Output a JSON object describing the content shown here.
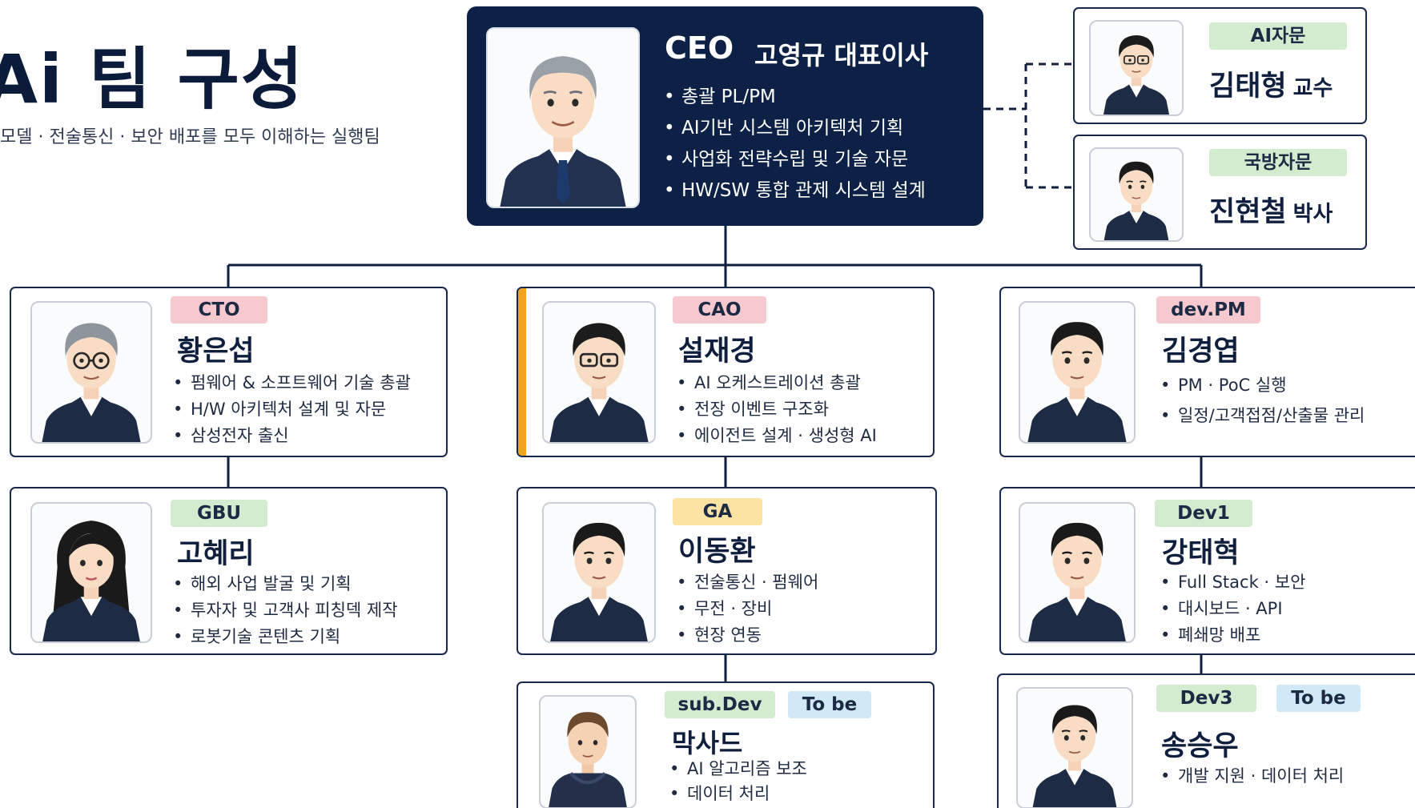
{
  "header": {
    "title": "Ai 팀 구성",
    "subtitle": "모델 · 전술통신 · 보안 배포를 모두 이해하는 실행팀"
  },
  "colors": {
    "navy": "#0d2147",
    "border": "#17284a",
    "accent_orange": "#f0a31c",
    "badge_pink": "#f6c9cf",
    "badge_green": "#d3ebcf",
    "badge_yellow": "#fbe3a4",
    "badge_blue": "#cfe9f6"
  },
  "ceo": {
    "role": "CEO",
    "name": "고영규 대표이사",
    "bullets": [
      "총괄 PL/PM",
      "AI기반 시스템 아키텍처 기획",
      "사업화 전략수립 및 기술 자문",
      "HW/SW 통합 관제 시스템 설계"
    ]
  },
  "advisors": [
    {
      "badge": "AI자문",
      "name": "김태형",
      "title": "교수"
    },
    {
      "badge": "국방자문",
      "name": "진현철",
      "title": "박사"
    }
  ],
  "members": {
    "cto": {
      "badge": "CTO",
      "name": "황은섭",
      "bullets": [
        "펌웨어 & 소프트웨어 기술 총괄",
        "H/W 아키텍처 설계 및 자문",
        "삼성전자 출신"
      ]
    },
    "cao": {
      "badge": "CAO",
      "name": "설재경",
      "bullets": [
        "AI 오케스트레이션 총괄",
        "전장 이벤트 구조화",
        "에이전트 설계 · 생성형 AI"
      ]
    },
    "devpm": {
      "badge": "dev.PM",
      "name": "김경엽",
      "bullets": [
        "PM · PoC 실행",
        "일정/고객접점/산출물 관리"
      ]
    },
    "gbu": {
      "badge": "GBU",
      "name": "고혜리",
      "bullets": [
        "해외 사업 발굴 및 기획",
        "투자자 및 고객사 피칭덱 제작",
        "로봇기술 콘텐츠 기획"
      ]
    },
    "ga": {
      "badge": "GA",
      "name": "이동환",
      "bullets": [
        "전술통신 · 펌웨어",
        "무전 · 장비",
        "현장 연동"
      ]
    },
    "dev1": {
      "badge": "Dev1",
      "name": "강태혁",
      "bullets": [
        "Full Stack · 보안",
        "대시보드 · API",
        "폐쇄망 배포"
      ]
    },
    "subdev": {
      "badge": "sub.Dev",
      "tobe": "To be",
      "name": "막사드",
      "bullets": [
        "AI 알고리즘 보조",
        "데이터 처리"
      ]
    },
    "dev3": {
      "badge": "Dev3",
      "tobe": "To be",
      "name": "송승우",
      "bullets": [
        "개발 지원 · 데이터 처리"
      ]
    }
  }
}
